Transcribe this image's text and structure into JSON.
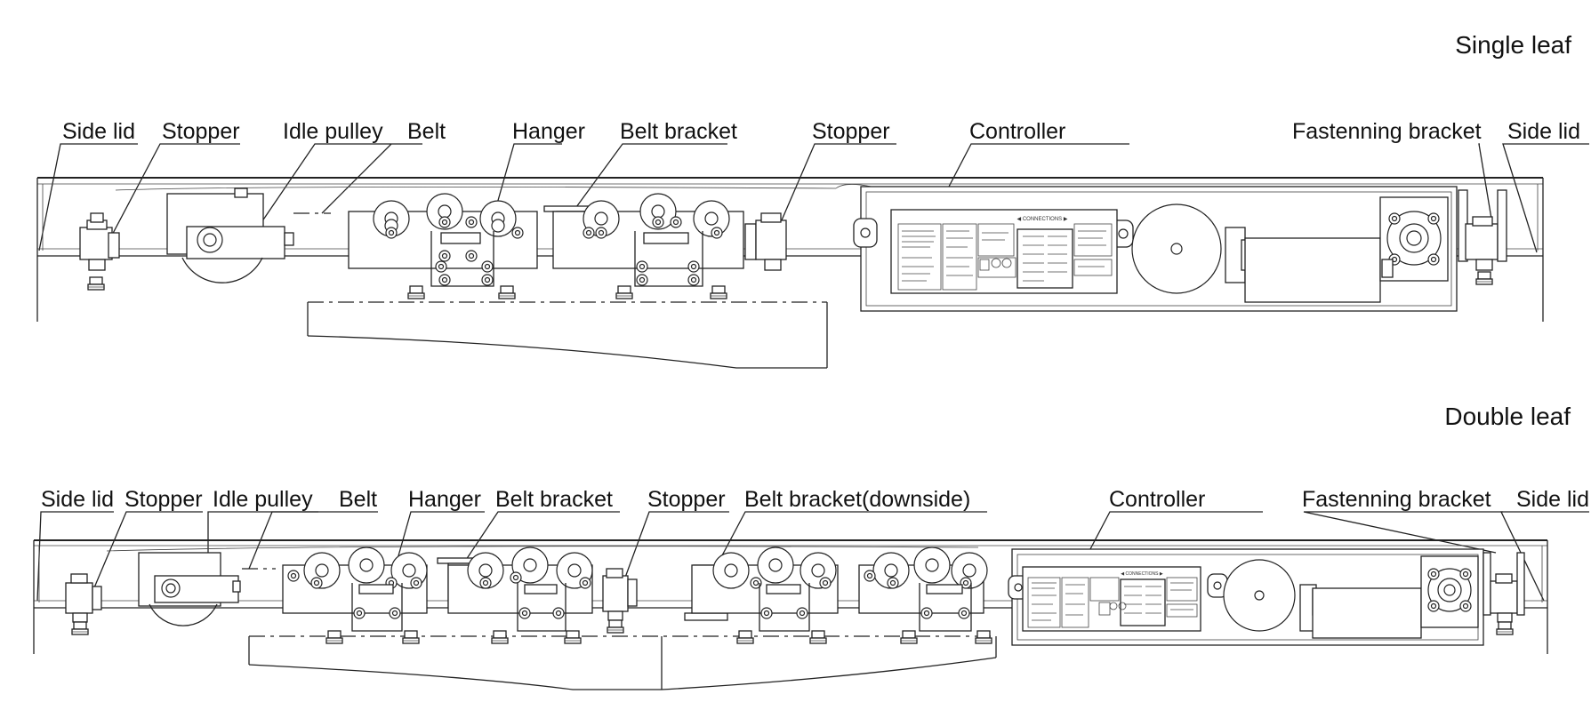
{
  "single_leaf": {
    "heading": "Single leaf",
    "labels": {
      "side_lid_left": "Side lid",
      "stopper_left": "Stopper",
      "idle_pulley": "Idle pulley",
      "belt": "Belt",
      "hanger": "Hanger",
      "belt_bracket": "Belt bracket",
      "stopper_right": "Stopper",
      "controller": "Controller",
      "fastening_bracket": "Fastenning bracket",
      "side_lid_right": "Side lid"
    },
    "controller_panel_title": "◀ CONNECTIONS ▶"
  },
  "double_leaf": {
    "heading": "Double leaf",
    "labels": {
      "side_lid_left": "Side lid",
      "stopper_left": "Stopper",
      "idle_pulley": "Idle pulley",
      "belt": "Belt",
      "hanger": "Hanger",
      "belt_bracket": "Belt bracket",
      "stopper_mid": "Stopper",
      "belt_bracket_downside": "Belt bracket(downside)",
      "controller": "Controller",
      "fastening_bracket": "Fastenning bracket",
      "side_lid_right": "Side lid"
    },
    "controller_panel_title": "◀ CONNECTIONS ▶"
  },
  "colors": {
    "line": "#222222",
    "background": "#ffffff"
  }
}
